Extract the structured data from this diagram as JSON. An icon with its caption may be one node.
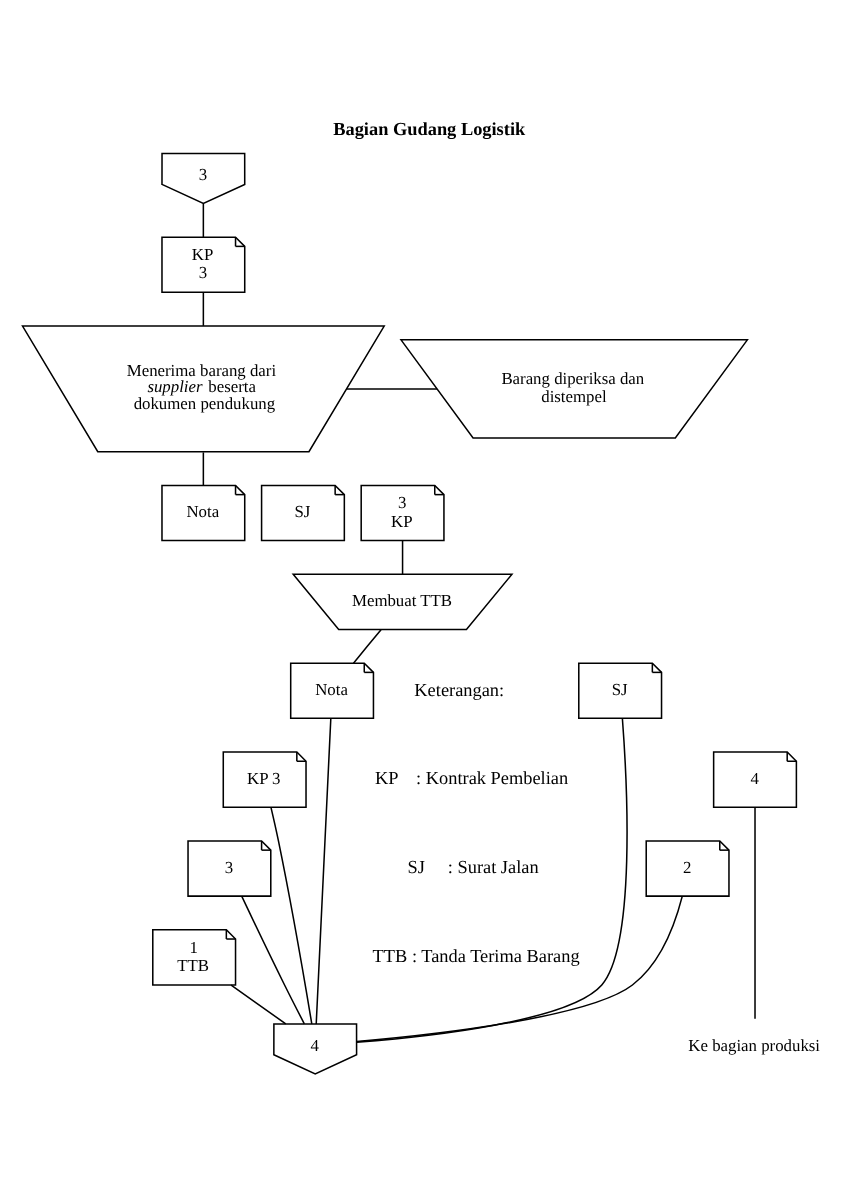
{
  "diagram": {
    "title": "Bagian Gudang Logistik",
    "nodes": [
      {
        "text": [
          "3"
        ]
      },
      {
        "text": [
          "KP",
          "3"
        ]
      },
      {
        "text": [
          "Menerima barang dari *supplier* beserta dokumen pendukung"
        ]
      },
      {
        "text": [
          "Barang diperiksa dan distempel"
        ]
      },
      {
        "text": [
          "Nota"
        ]
      },
      {
        "text": [
          "SJ"
        ]
      },
      {
        "text": [
          "3",
          "KP"
        ]
      },
      {
        "text": [
          "Membuat TTB"
        ]
      },
      {
        "text": [
          "Nota"
        ]
      },
      {
        "text": [
          "SJ"
        ]
      },
      {
        "text": [
          "KP 3"
        ]
      },
      {
        "text": [
          "4"
        ]
      },
      {
        "text": [
          "3"
        ]
      },
      {
        "text": [
          "2"
        ]
      },
      {
        "text": [
          "1",
          "TTB"
        ]
      },
      {
        "text": [
          "4"
        ]
      },
      {
        "text": [
          "Ke bagian produksi"
        ]
      }
    ],
    "edges": [
      {
        "from": 0,
        "to": 1,
        "arrow": "none"
      },
      {
        "from": 1,
        "to": 2,
        "arrow": "none"
      },
      {
        "from": 2,
        "to": 3,
        "arrow": "none"
      },
      {
        "from": 2,
        "to": 4,
        "arrow": "none"
      },
      {
        "from": 6,
        "to": 7,
        "arrow": "none"
      },
      {
        "from": 7,
        "to": 8,
        "arrow": "none"
      },
      {
        "from": 14,
        "to": 15,
        "arrow": "none"
      },
      {
        "from": 13,
        "to": 15,
        "arrow": "none"
      },
      {
        "from": 12,
        "to": 15,
        "arrow": "none"
      },
      {
        "from": 11,
        "to": 16,
        "arrow": "none"
      },
      {
        "from": 10,
        "to": 15,
        "arrow": "none"
      },
      {
        "from": 9,
        "to": 15,
        "arrow": "none"
      },
      {
        "from": 8,
        "to": 15,
        "arrow": "none"
      }
    ],
    "labels": [
      "Keterangan:",
      "KP    : Kontrak Pembelian",
      "SJ     : Surat Jalan",
      "TTB : Tanda Terima Barang"
    ]
  }
}
